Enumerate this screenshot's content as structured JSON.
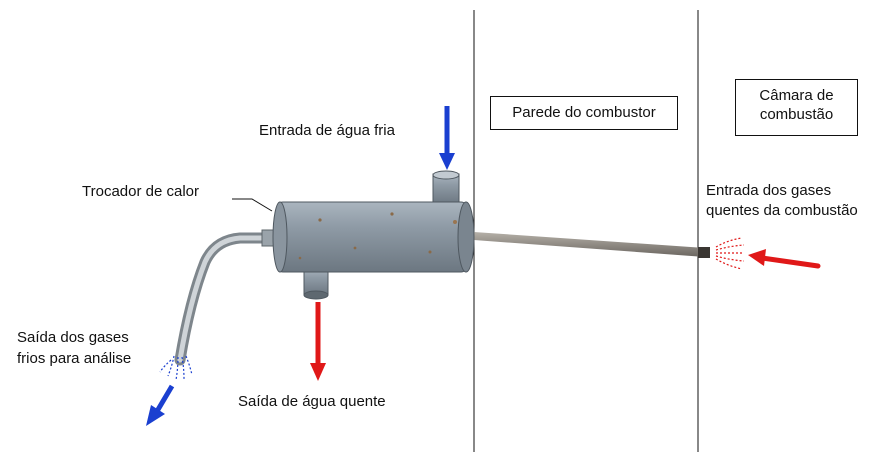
{
  "labels": {
    "cold_water_inlet": "Entrada de água fria",
    "heat_exchanger": "Trocador de calor",
    "hot_water_outlet": "Saída de água quente",
    "cold_gases_line1": "Saída dos gases",
    "cold_gases_line2": "frios para análise",
    "combustor_wall": "Parede do combustor",
    "chamber_line1": "Câmara de",
    "chamber_line2": "combustão",
    "hot_gases_line1": "Entrada dos gases",
    "hot_gases_line2": "quentes da combustão"
  },
  "colors": {
    "cold_flow": "#1a3fd0",
    "hot_flow": "#e01818",
    "device": "#8e9aa4",
    "line": "#111111"
  },
  "icons": {
    "flow_arrows": "arrow-icon",
    "gas_puff": "spray-icon"
  }
}
